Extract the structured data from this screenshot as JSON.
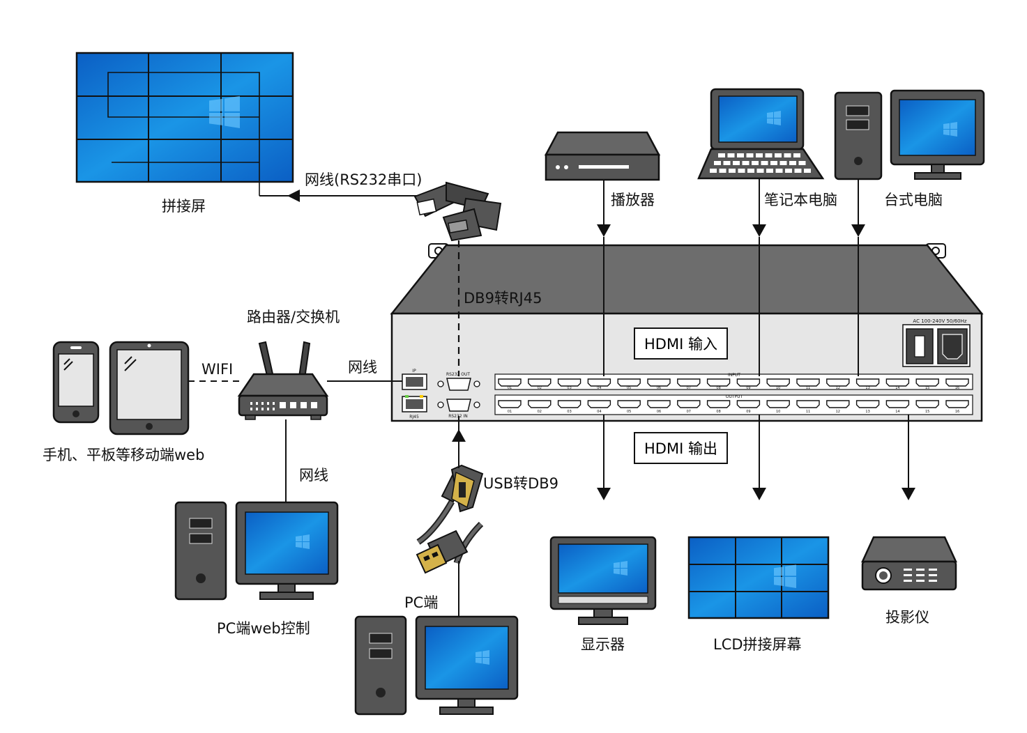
{
  "labels": {
    "splice_screen": "拼接屏",
    "net_rs232": "网线(RS232串口)",
    "db9_rj45": "DB9转RJ45",
    "router": "路由器/交换机",
    "wifi": "WIFI",
    "net_cable": "网线",
    "net_cable_2": "网线",
    "mobile": "手机、平板等移动端web",
    "pc_web": "PC端web控制",
    "usb_db9": "USB转DB9",
    "pc_end": "PC端",
    "player": "播放器",
    "laptop": "笔记本电脑",
    "desktop": "台式电脑",
    "hdmi_in": "HDMI 输入",
    "hdmi_out": "HDMI 输出",
    "monitor": "显示器",
    "lcd_wall": "LCD拼接屏幕",
    "projector": "投影仪"
  },
  "device_panel": {
    "power_label": "AC 100-240V 50/60Hz",
    "input_label": "INPUT",
    "output_label": "OUTPUT",
    "rs232_out": "RS232 OUT",
    "rs232_in": "RS232 IN",
    "ip": "IP",
    "rj45": "RJ45",
    "ports": [
      "01",
      "02",
      "03",
      "04",
      "05",
      "06",
      "07",
      "08",
      "09",
      "10",
      "11",
      "12",
      "13",
      "14",
      "15",
      "16"
    ]
  },
  "colors": {
    "screen_blue": "#1a8fe0",
    "device_gray": "#555555",
    "panel_gray": "#e6e6e6",
    "top_gray": "#6d6d6d"
  },
  "icons": [
    "video-wall-icon",
    "rj45-adapter-icon",
    "router-icon",
    "phone-icon",
    "tablet-icon",
    "desktop-pc-icon",
    "usb-db9-cable-icon",
    "media-player-icon",
    "laptop-icon",
    "monitor-icon",
    "projector-icon",
    "hdmi-matrix-icon"
  ]
}
